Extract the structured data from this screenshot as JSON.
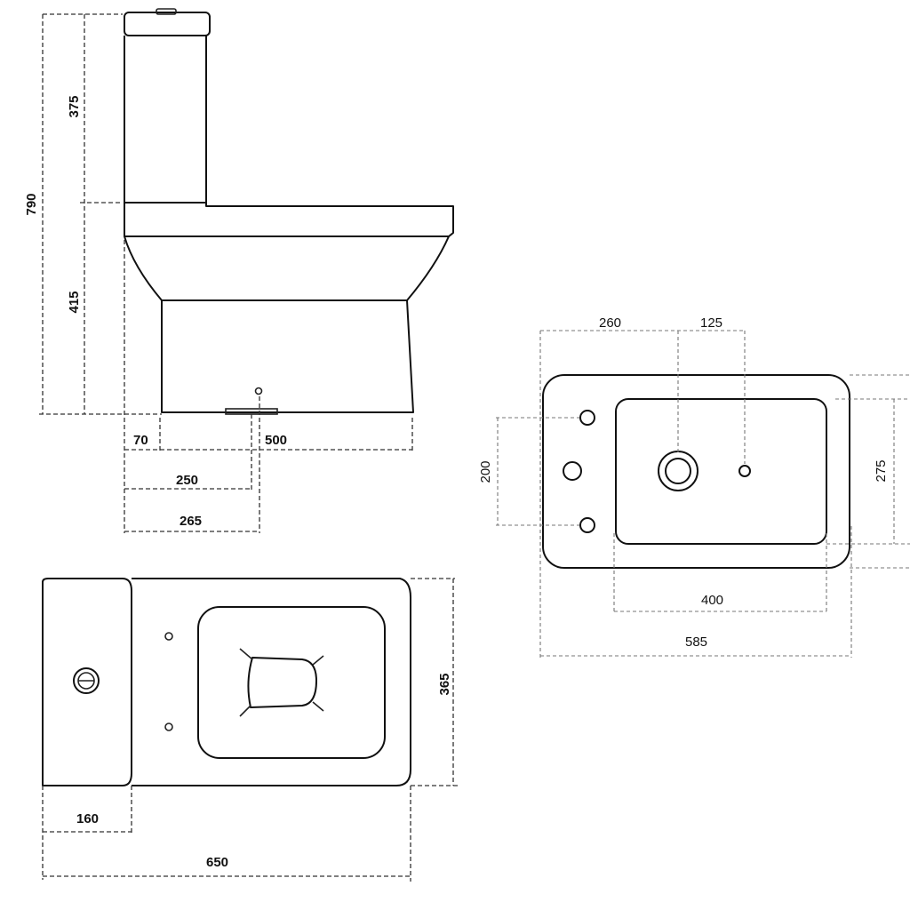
{
  "side_view": {
    "dim_total_height": "790",
    "dim_cistern_height": "375",
    "dim_pan_height": "415",
    "dim_front_offset": "70",
    "dim_depth": "500",
    "dim_outlet_to_back": "250",
    "dim_outlet_center": "265"
  },
  "top_view": {
    "dim_width": "365",
    "dim_cistern_depth": "160",
    "dim_total_length": "650"
  },
  "detail_view": {
    "dim_left_span": "260",
    "dim_right_span": "125",
    "dim_hole_spacing": "200",
    "dim_inner_height": "275",
    "dim_inner_width": "400",
    "dim_outer_width": "585"
  }
}
